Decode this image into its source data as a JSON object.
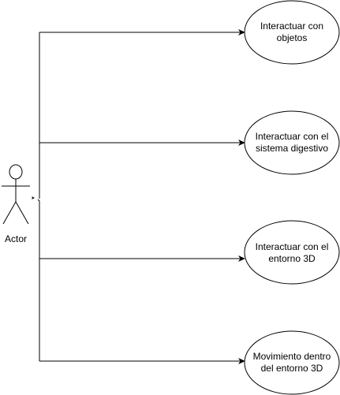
{
  "diagram": {
    "actor": {
      "label": "Actor"
    },
    "use_cases": [
      {
        "line1": "Interactuar con",
        "line2": "objetos"
      },
      {
        "line1": "Interactuar con el",
        "line2": "sistema digestivo"
      },
      {
        "line1": "Interactuar con el",
        "line2": "entorno 3D"
      },
      {
        "line1": "Movimiento dentro",
        "line2": "del entorno 3D"
      }
    ],
    "colors": {
      "stroke": "#000000",
      "fill": "#ffffff",
      "text": "#000000"
    }
  }
}
